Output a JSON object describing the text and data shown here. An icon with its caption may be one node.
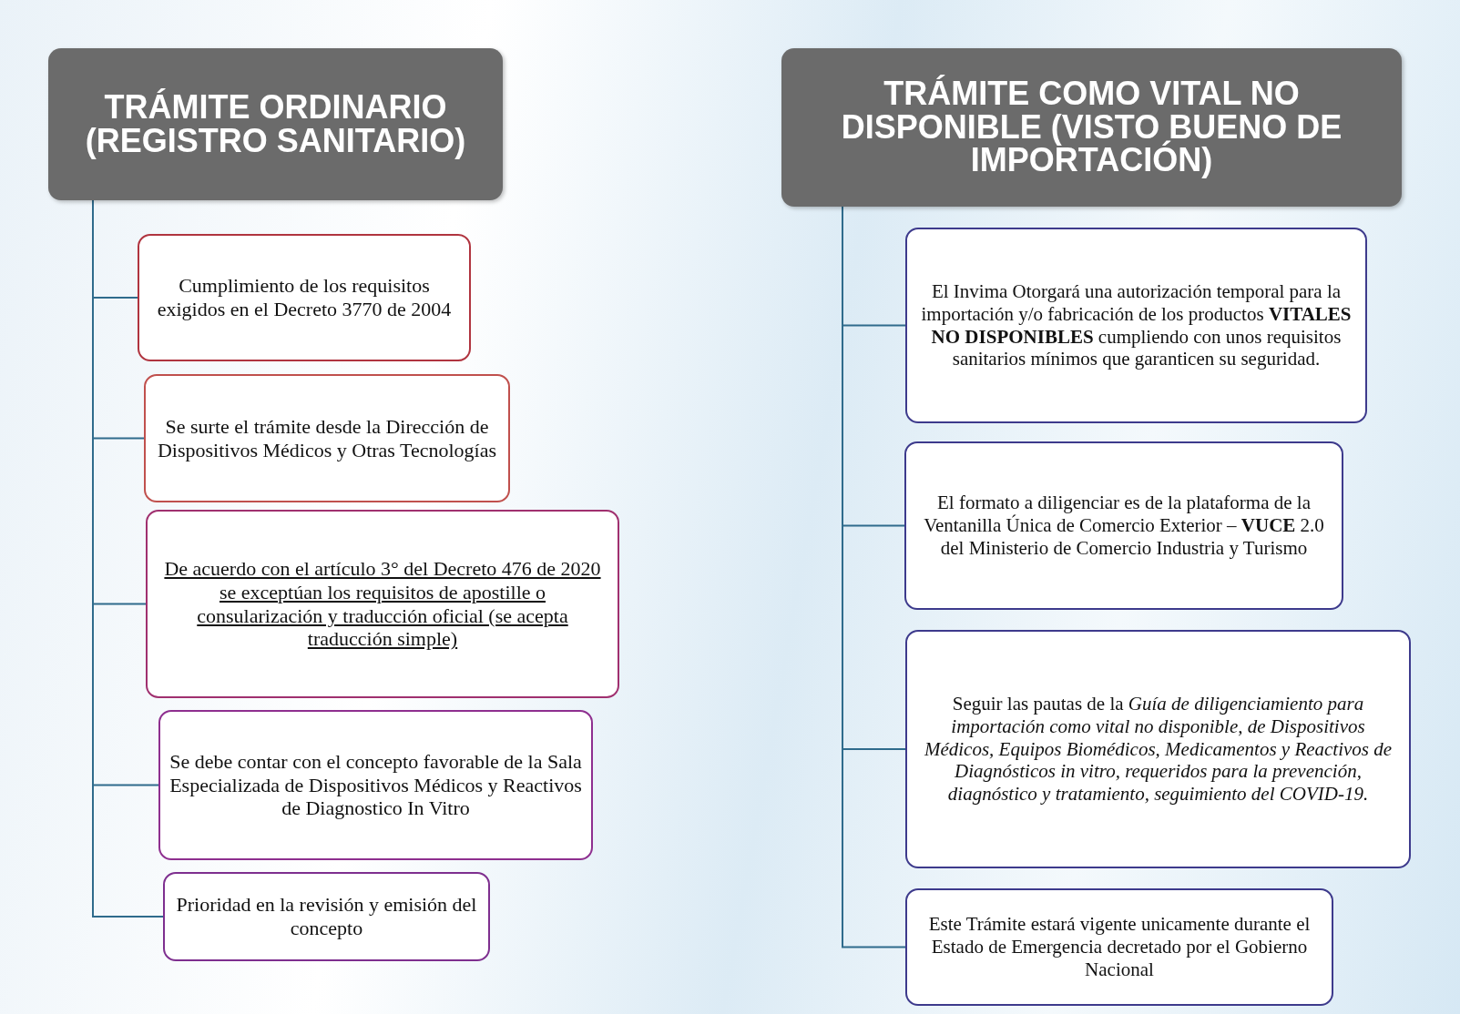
{
  "diagram": {
    "nodes": [
      {
        "text": [
          "TRÁMITE ORDINARIO (REGISTRO SANITARIO)"
        ]
      },
      {
        "text": [
          "Cumplimiento de los requisitos exigidos en el Decreto 3770 de 2004"
        ]
      },
      {
        "text": [
          "Se surte el trámite desde la Dirección de Dispositivos Médicos y Otras Tecnologías"
        ]
      },
      {
        "text": [
          "De acuerdo con el artículo 3° del Decreto 476 de 2020 se exceptúan los requisitos de apostille o consularización y traducción oficial (se acepta traducción simple)"
        ]
      },
      {
        "text": [
          "Se debe contar con el concepto favorable de la Sala Especializada de Dispositivos Médicos y Reactivos de Diagnostico In Vitro"
        ]
      },
      {
        "text": [
          "Prioridad en la revisión y emisión del concepto"
        ]
      },
      {
        "text": [
          "TRÁMITE COMO VITAL NO DISPONIBLE (VISTO BUENO DE IMPORTACIÓN)"
        ]
      },
      {
        "text": [
          "El Invima Otorgará una autorización temporal para la importación y/o fabricación de los productos **VITALES NO DISPONIBLES** cumpliendo con unos requisitos sanitarios mínimos que garanticen su seguridad."
        ]
      },
      {
        "text": [
          "El formato a diligenciar es de la plataforma de la Ventanilla Única de Comercio Exterior – **VUCE** 2.0 del Ministerio de Comercio Industria y Turismo"
        ]
      },
      {
        "text": [
          "Seguir las pautas de la *Guía de diligenciamiento para importación como vital no disponible, de Dispositivos Médicos, Equipos Biomédicos, Medicamentos y Reactivos de Diagnósticos in vitro, requeridos para la prevención, diagnóstico y tratamiento, seguimiento del COVID-19.*"
        ]
      },
      {
        "text": [
          "Este Trámite estará vigente unicamente durante el Estado de Emergencia decretado por el Gobierno Nacional"
        ]
      }
    ],
    "edges": [
      {
        "from": 0,
        "to": 1,
        "arrow": "none"
      },
      {
        "from": 0,
        "to": 2,
        "arrow": "none"
      },
      {
        "from": 0,
        "to": 3,
        "arrow": "none"
      },
      {
        "from": 0,
        "to": 4,
        "arrow": "none"
      },
      {
        "from": 0,
        "to": 5,
        "arrow": "none"
      },
      {
        "from": 6,
        "to": 7,
        "arrow": "none"
      },
      {
        "from": 6,
        "to": 8,
        "arrow": "none"
      },
      {
        "from": 6,
        "to": 9,
        "arrow": "none"
      },
      {
        "from": 6,
        "to": 10,
        "arrow": "none"
      }
    ]
  }
}
